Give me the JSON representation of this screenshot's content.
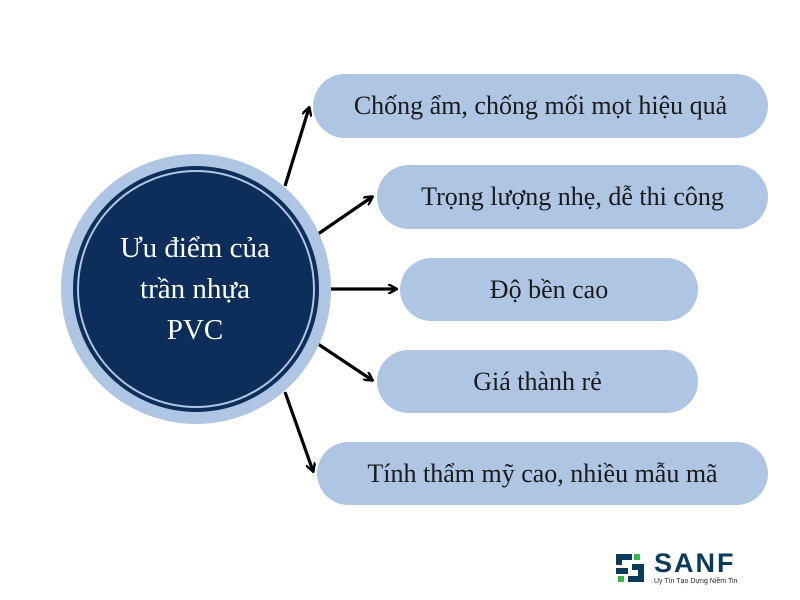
{
  "center": {
    "lines": [
      "Ưu điểm của",
      "trần nhựa",
      "PVC"
    ]
  },
  "benefits": [
    "Chống ẩm, chống mối mọt hiệu quả",
    "Trọng lượng nhẹ, dễ thi công",
    "Độ bền cao",
    "Giá thành rẻ",
    "Tính thẩm mỹ cao, nhiều mẫu mã"
  ],
  "logo": {
    "word": "SANF",
    "tagline": "Uy Tín Tạo Dựng Niềm Tin",
    "icon": "sanf-logo-icon"
  },
  "colors": {
    "center_fill": "#0d2e5a",
    "outer_ring": "#aec6e3",
    "pill_fill": "#aec6e3",
    "arrow": "#000000",
    "logo_dark": "#0a3a5c",
    "logo_green": "#3bb54a"
  }
}
